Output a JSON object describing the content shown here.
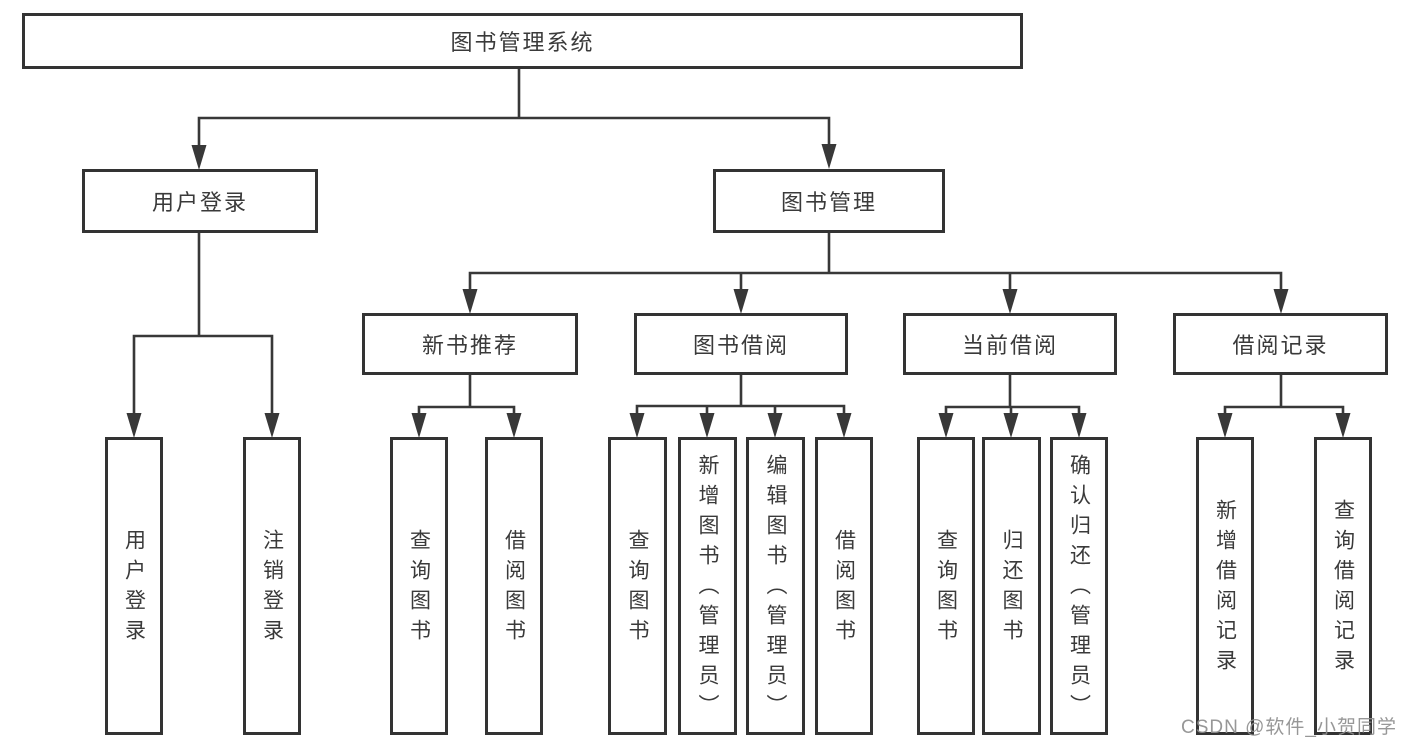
{
  "diagram": {
    "type": "hierarchy-diagram",
    "title": "图书管理系统",
    "watermark": "CSDN @软件_小贺同学",
    "colors": {
      "line": "#383838",
      "box_border": "#333333",
      "text": "#3a3a3a",
      "background": "#ffffff",
      "watermark": "#8f8f8f"
    },
    "tree": {
      "label": "图书管理系统",
      "children": [
        {
          "label": "用户登录",
          "children": [
            {
              "label": "用户登录"
            },
            {
              "label": "注销登录"
            }
          ]
        },
        {
          "label": "图书管理",
          "children": [
            {
              "label": "新书推荐",
              "children": [
                {
                  "label": "查询图书"
                },
                {
                  "label": "借阅图书"
                }
              ]
            },
            {
              "label": "图书借阅",
              "children": [
                {
                  "label": "查询图书"
                },
                {
                  "label": "新增图书（管理员）"
                },
                {
                  "label": "编辑图书（管理员）"
                },
                {
                  "label": "借阅图书"
                }
              ]
            },
            {
              "label": "当前借阅",
              "children": [
                {
                  "label": "查询图书"
                },
                {
                  "label": "归还图书"
                },
                {
                  "label": "确认归还（管理员）"
                }
              ]
            },
            {
              "label": "借阅记录",
              "children": [
                {
                  "label": "新增借阅记录"
                },
                {
                  "label": "查询借阅记录"
                }
              ]
            }
          ]
        }
      ]
    }
  }
}
